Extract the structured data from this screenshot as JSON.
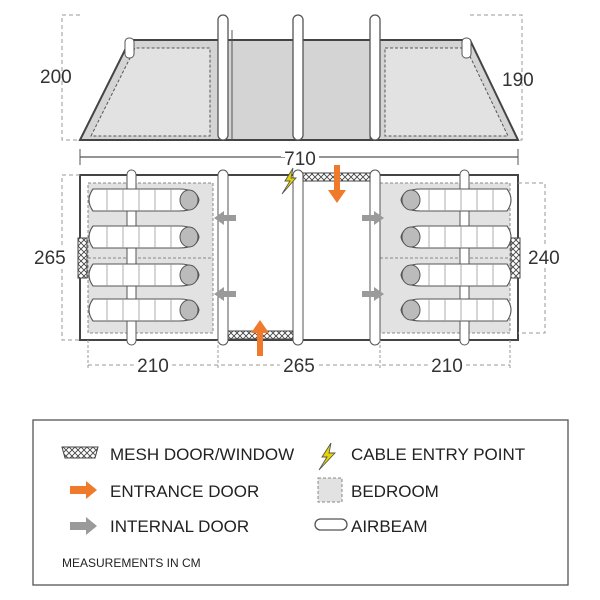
{
  "dimensions": {
    "front_height": "200",
    "rear_height": "190",
    "length": "710",
    "width_front": "265",
    "width_rear": "240",
    "bedroom_left": "210",
    "living_area": "265",
    "bedroom_right": "210"
  },
  "legend": {
    "mesh": "MESH DOOR/WINDOW",
    "cable": "CABLE ENTRY POINT",
    "entrance": "ENTRANCE DOOR",
    "bedroom": "BEDROOM",
    "internal": "INTERNAL DOOR",
    "airbeam": "AIRBEAM",
    "note": "MEASUREMENTS IN CM"
  },
  "colors": {
    "outline": "#444444",
    "panel_fill": "#d4d4d4",
    "bedroom_fill": "#e2e2e2",
    "entrance_arrow": "#f07a2c",
    "internal_arrow": "#9a9a9a",
    "cable_bolt": "#e8d500"
  }
}
